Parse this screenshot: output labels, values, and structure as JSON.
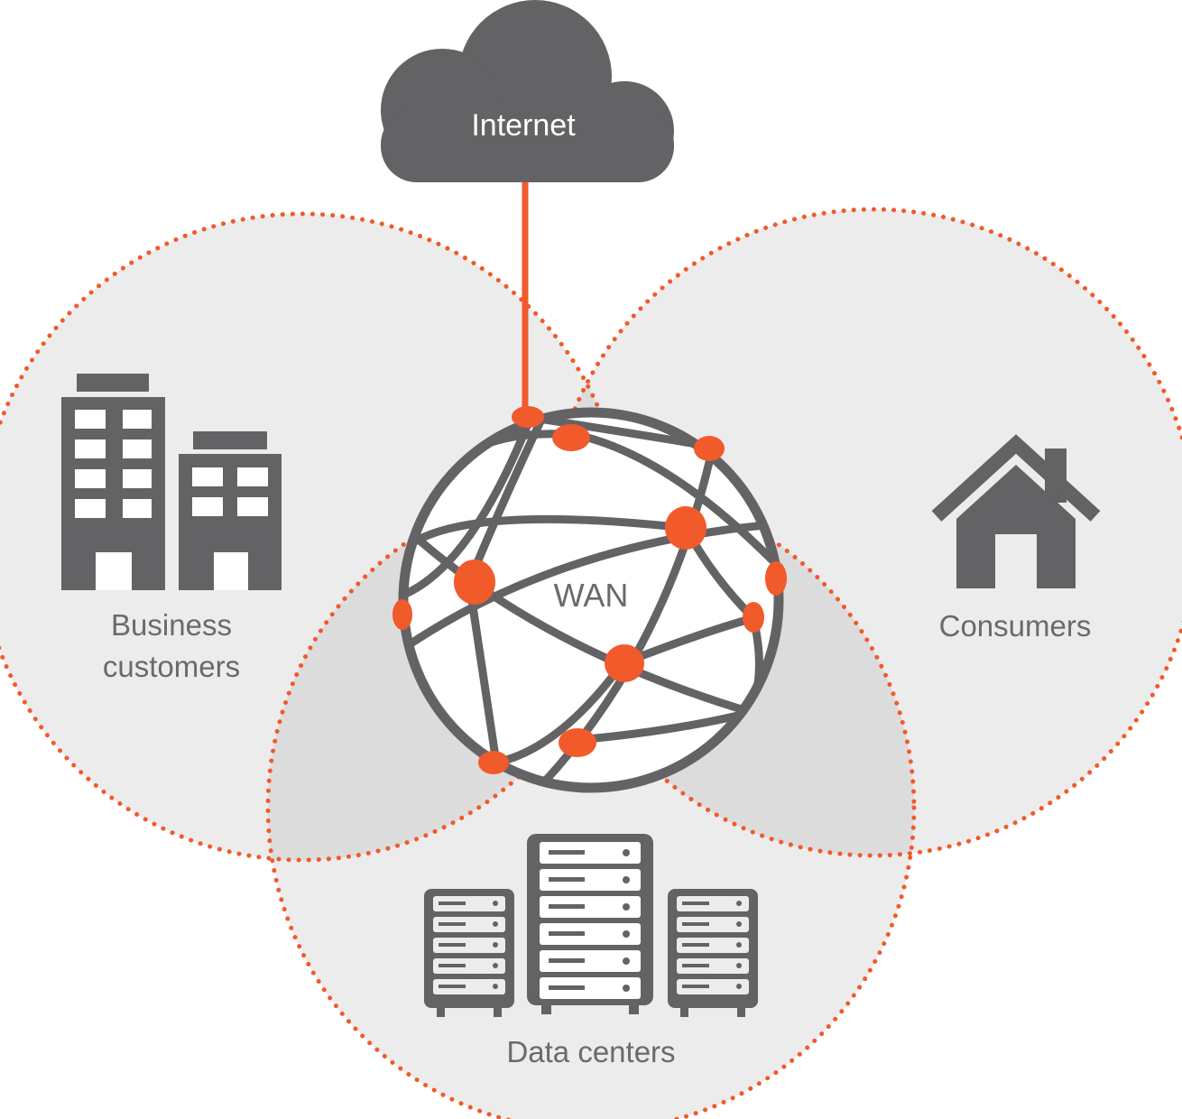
{
  "labels": {
    "internet": "Internet",
    "wan": "WAN",
    "business_line1": "Business",
    "business_line2": "customers",
    "consumers": "Consumers",
    "data_centers": "Data centers"
  },
  "icons": {
    "cloud": "cloud-icon",
    "globe": "globe-network-icon",
    "buildings": "office-buildings-icon",
    "house": "house-icon",
    "servers": "server-racks-icon"
  },
  "colors": {
    "accent": "#f15a2b",
    "icon_gray": "#636365",
    "circle_fill": "#ececec",
    "overlap_fill": "#dcdcdd",
    "label_gray": "#6a6a6c",
    "background": "#ffffff"
  }
}
